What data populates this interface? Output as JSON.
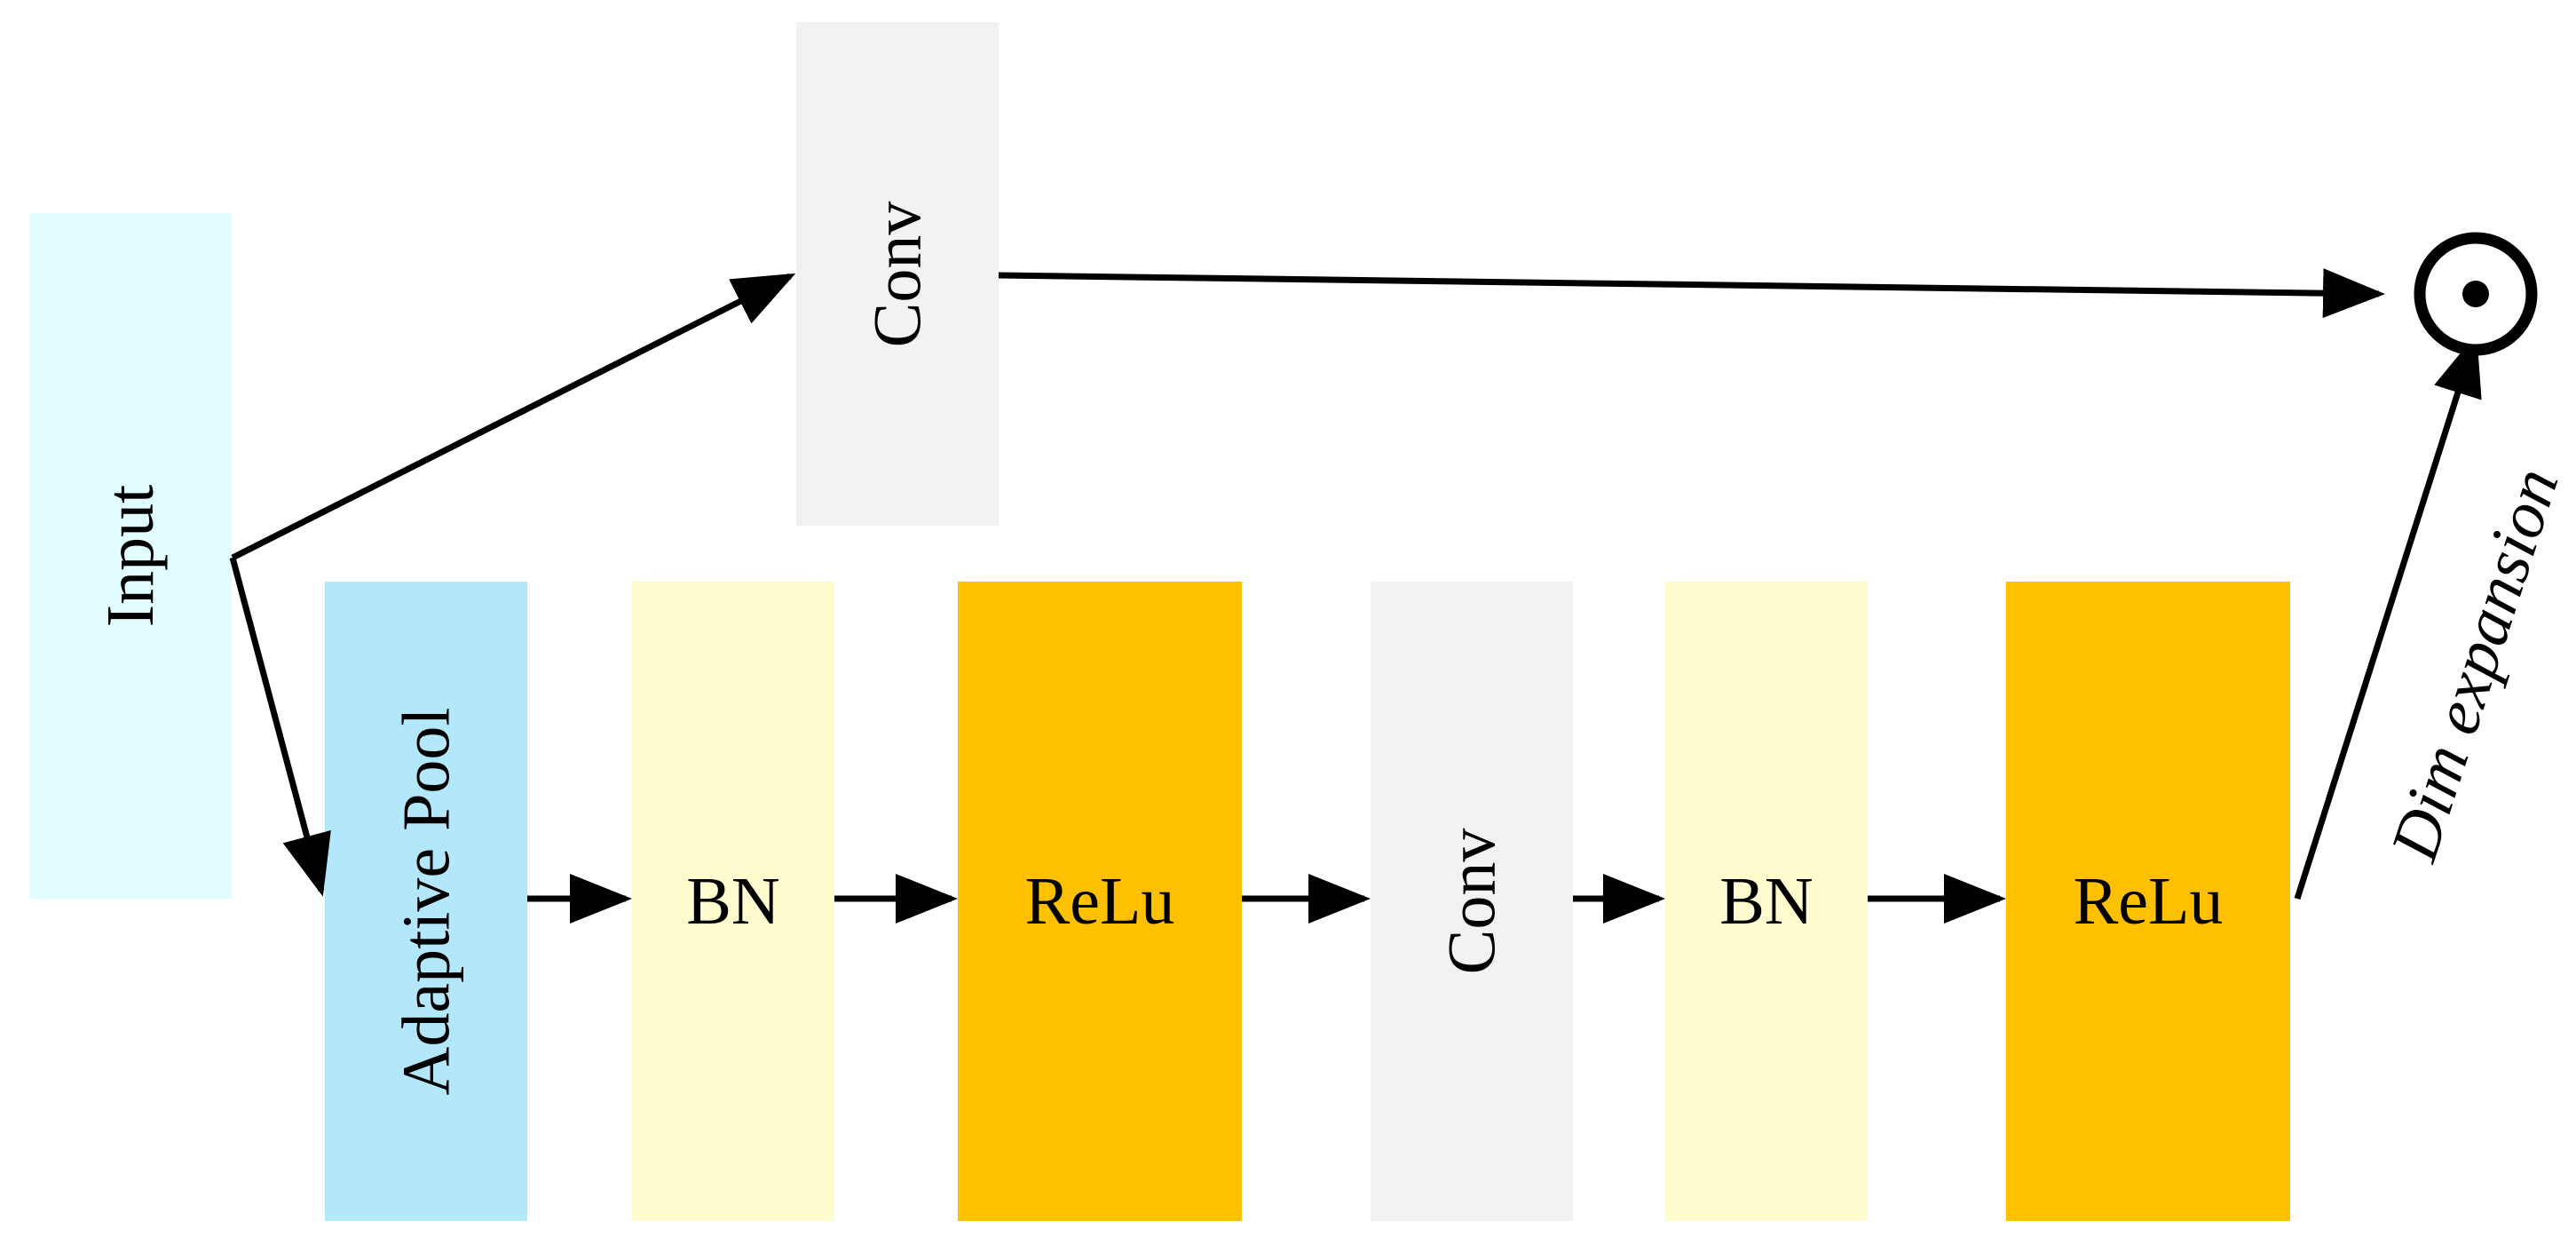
{
  "blocks": {
    "input": {
      "label": "Input",
      "color": "#E1FDFF"
    },
    "conv_top": {
      "label": "Conv",
      "color": "#F2F2F2"
    },
    "adaptive_pool": {
      "label": "Adaptive Pool",
      "color": "#B2E7FC"
    },
    "bn1": {
      "label": "BN",
      "color": "#FFFDD0"
    },
    "relu1": {
      "label": "ReLu",
      "color": "#FFC000"
    },
    "conv2": {
      "label": "Conv",
      "color": "#F2F2F2"
    },
    "bn2": {
      "label": "BN",
      "color": "#FFFDD0"
    },
    "relu2": {
      "label": "ReLu",
      "color": "#FFC000"
    }
  },
  "edge_labels": {
    "dim_expansion": "Dim expansion"
  },
  "operator": {
    "symbol": "hadamard-product"
  }
}
